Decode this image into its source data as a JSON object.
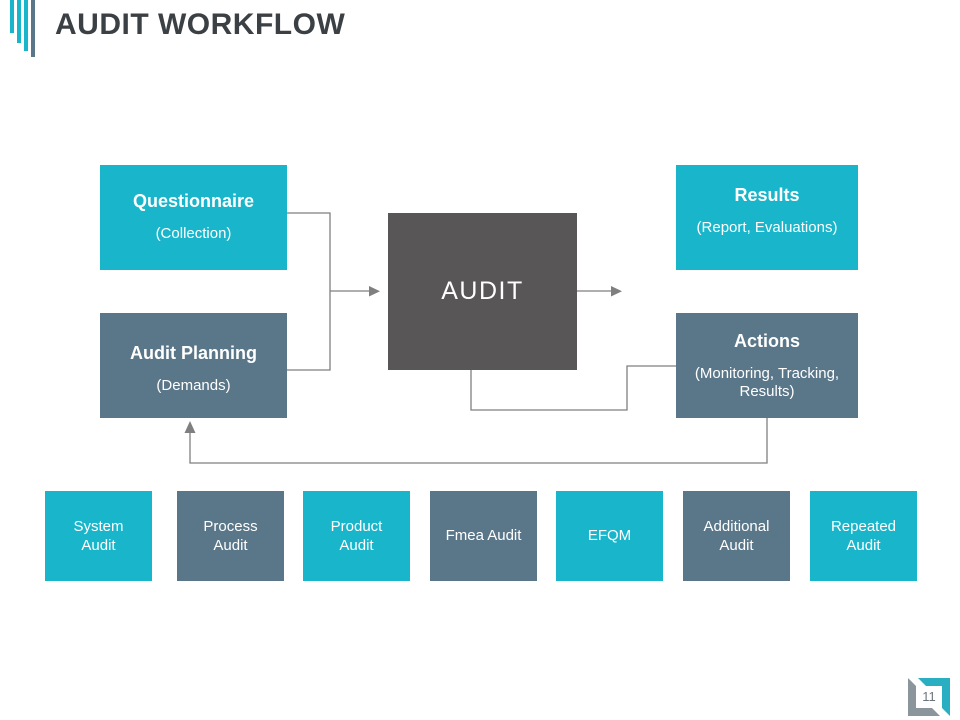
{
  "slide": {
    "title": "AUDIT WORKFLOW",
    "page_number": "11"
  },
  "colors": {
    "teal": "#19B6CB",
    "slate": "#5A7689",
    "dark": "#585656",
    "line": "#7F7F7F",
    "title": "#3B4045",
    "badge_gray": "#8A969C"
  },
  "workflow": {
    "center": {
      "label": "AUDIT"
    },
    "left": [
      {
        "label": "Questionnaire",
        "sublabel": "(Collection)",
        "color": "teal"
      },
      {
        "label": "Audit Planning",
        "sublabel": "(Demands)",
        "color": "slate"
      }
    ],
    "right": [
      {
        "label": "Results",
        "sublabel": "(Report, Evaluations)",
        "color": "teal"
      },
      {
        "label": "Actions",
        "sublabel": "(Monitoring, Tracking, Results)",
        "color": "slate"
      }
    ]
  },
  "audit_types": [
    {
      "label": "System Audit",
      "color": "teal"
    },
    {
      "label": "Process Audit",
      "color": "slate"
    },
    {
      "label": "Product Audit",
      "color": "teal"
    },
    {
      "label": "Fmea Audit",
      "color": "slate"
    },
    {
      "label": "EFQM",
      "color": "teal"
    },
    {
      "label": "Additional Audit",
      "color": "slate"
    },
    {
      "label": "Repeated Audit",
      "color": "teal"
    }
  ]
}
